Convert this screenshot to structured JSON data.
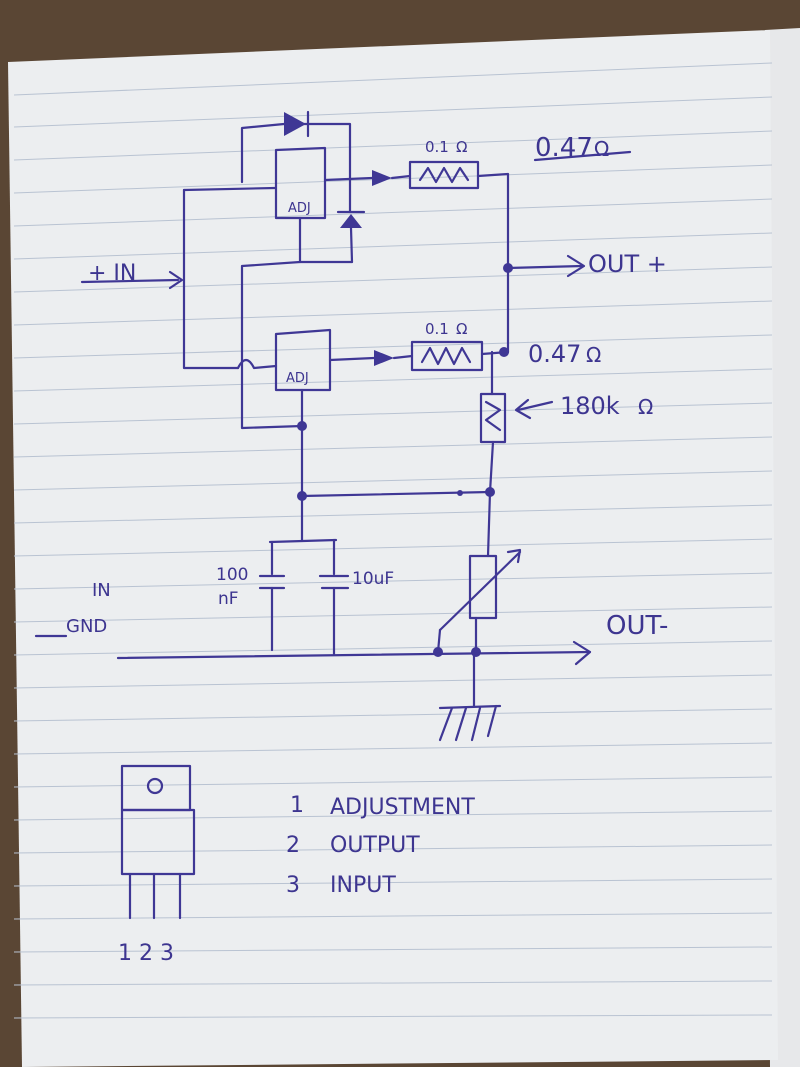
{
  "diagram": {
    "regulator_label_top": "ADJ",
    "regulator_label_bottom": "ADJ",
    "input_positive": "+ IN",
    "input_ground_top": "IN",
    "input_ground_bottom": "GND",
    "resistor_top_value": "0.47",
    "resistor_top_small": "0.1",
    "resistor_bottom_value": "0.47",
    "resistor_bottom_small": "0.1",
    "resistor_adjust_value": "180k",
    "ohm_symbol": "Ω",
    "output_positive": "OUT +",
    "output_negative": "OUT-",
    "cap1_value_line1": "100",
    "cap1_value_line2": "nF",
    "cap2_value": "10uF"
  },
  "pinout": {
    "pins": [
      {
        "number": "1",
        "name": "ADJUSTMENT"
      },
      {
        "number": "2",
        "name": "OUTPUT"
      },
      {
        "number": "3",
        "name": "INPUT"
      }
    ],
    "pin_numbers_label": "1 2 3",
    "tab_hole_label": "O"
  }
}
